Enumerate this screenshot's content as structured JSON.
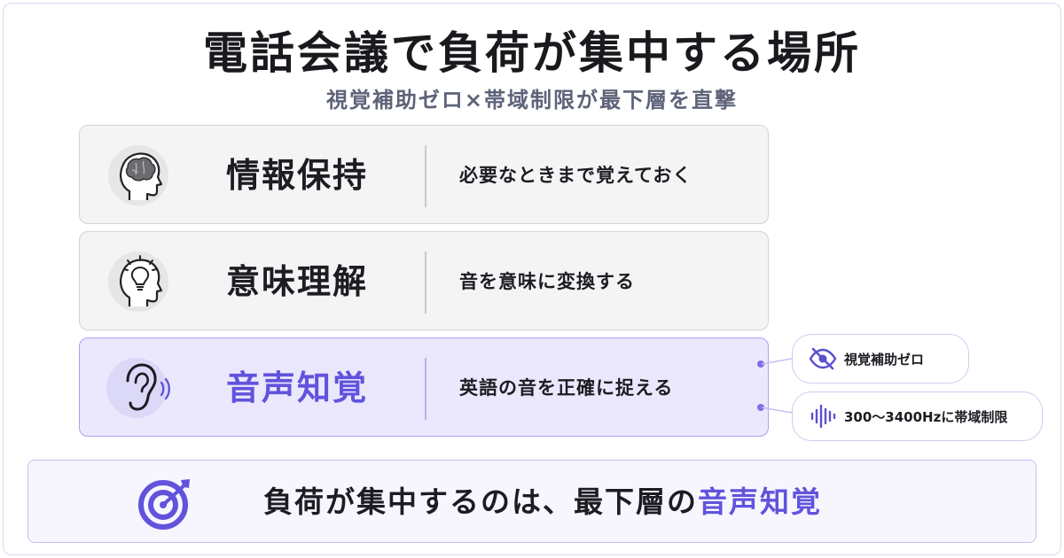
{
  "title": "電話会議で負荷が集中する場所",
  "subtitle": "視覚補助ゼロ×帯域制限が最下層を直撃",
  "layers": [
    {
      "name": "情報保持",
      "description": "必要なときまで覚えておく",
      "icon": "brain-head-icon",
      "highlighted": false
    },
    {
      "name": "意味理解",
      "description": "音を意味に変換する",
      "icon": "lightbulb-head-icon",
      "highlighted": false
    },
    {
      "name": "音声知覚",
      "description": "英語の音を正確に捉える",
      "icon": "ear-sound-icon",
      "highlighted": true
    }
  ],
  "constraints": [
    {
      "label": "視覚補助ゼロ",
      "icon": "eye-off-icon"
    },
    {
      "label": "300〜3400Hzに帯域制限",
      "icon": "sound-wave-icon"
    }
  ],
  "conclusion": {
    "text": "負荷が集中するのは、最下層の",
    "highlight": "音声知覚",
    "icon": "target-arrow-icon"
  },
  "colors": {
    "accent": "#6153dc",
    "highlight_bg": "#ebe8fd",
    "layer_bg": "#f4f4f5",
    "subtitle": "#5e6379"
  }
}
